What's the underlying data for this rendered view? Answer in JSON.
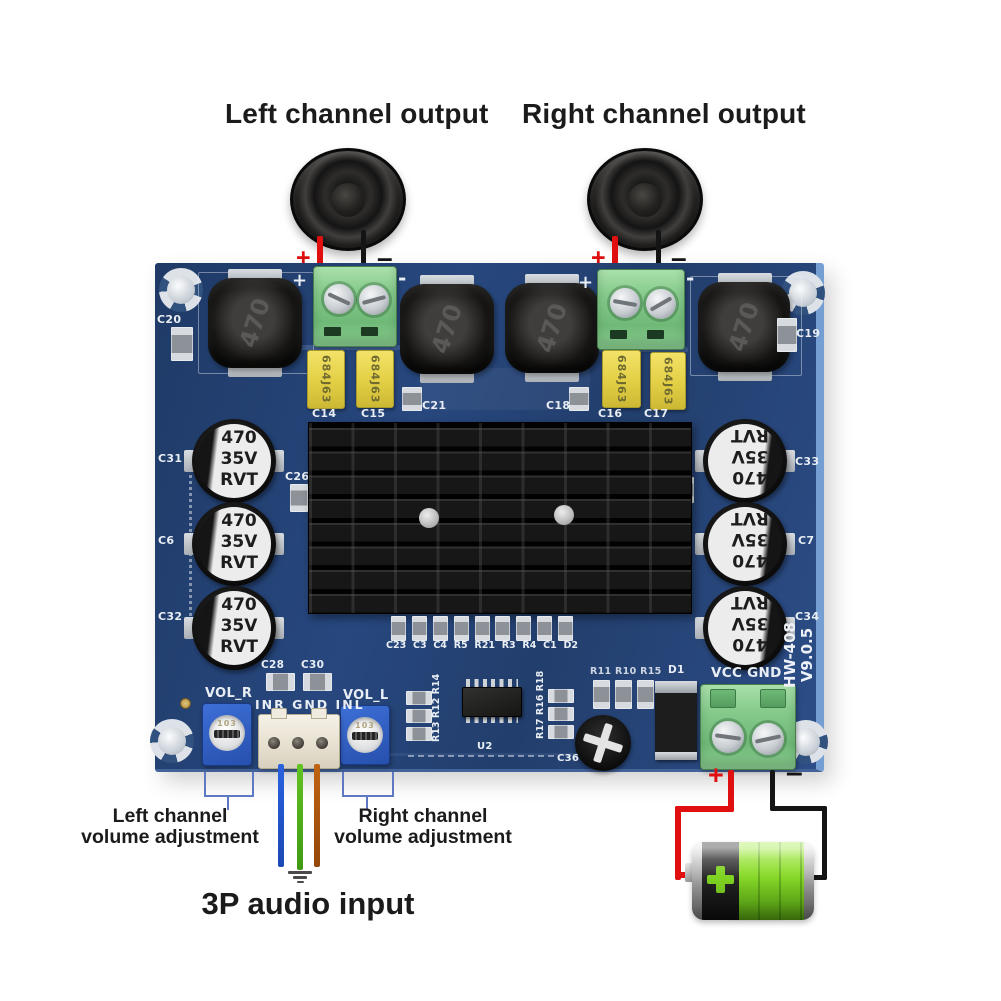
{
  "annotations": {
    "top_left": "Left channel output",
    "top_right": "Right channel output",
    "vol_left_l1": "Left channel",
    "vol_left_l2": "volume adjustment",
    "vol_right_l1": "Right channel",
    "vol_right_l2": "volume adjustment",
    "audio_input": "3P audio input",
    "plus": "+",
    "minus": "–"
  },
  "board": {
    "model": {
      "line1": "HW-408",
      "line2": "V9.0.5"
    },
    "plus": "+",
    "minus": "-",
    "labels": {
      "c20": "C20",
      "c21": "C21",
      "c18": "C18",
      "c19": "C19",
      "c26": "C26",
      "c14": "C14",
      "c15": "C15",
      "c16": "C16",
      "c17": "C17",
      "c31": "C31",
      "c6": "C6",
      "c32": "C32",
      "c33": "C33",
      "c7": "C7",
      "c34": "C34",
      "c28": "C28",
      "c30": "C30",
      "c36": "C36",
      "u2": "U2",
      "d1": "D1",
      "vol_r": "VOL_R",
      "vol_l": "VOL_L",
      "input_pins": "INR GND INL",
      "power_pins": "VCC GND",
      "res_row": [
        "C23",
        "C3",
        "C4",
        "R5",
        "R21",
        "R3",
        "R4",
        "C1",
        "D2"
      ],
      "res_col_left": "R13 R12 R14",
      "res_col_right": "R17 R16 R18",
      "res_mid": "R11 R10 R15"
    },
    "markings": {
      "inductor": "470",
      "film_cap": "684J63",
      "ecap_l1": "470",
      "ecap_l2": "35V",
      "ecap_l3": "RVT",
      "pot": "103"
    }
  },
  "colors": {
    "pcb_blue": "#27477e",
    "terminal_green": "#86cb8c",
    "film_cap_yellow": "#e3cf45",
    "battery_green": "#8ede2e",
    "wire_red": "#e01010",
    "wire_black": "#141414",
    "wire_blue": "#1d52cc",
    "wire_green": "#4db31c",
    "wire_orange": "#b05a10"
  }
}
